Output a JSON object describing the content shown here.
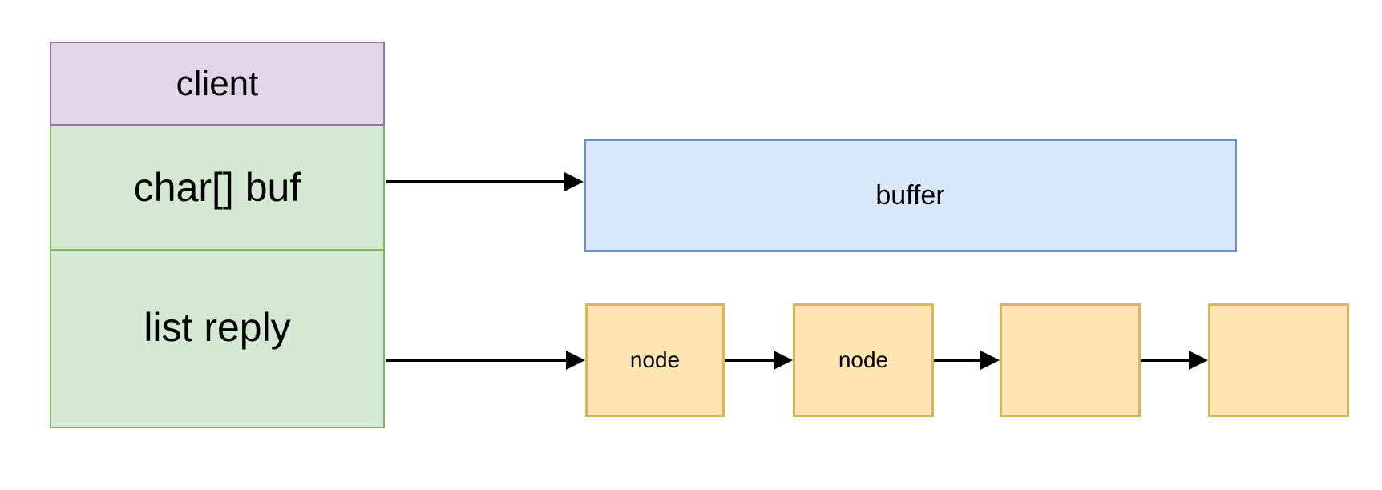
{
  "diagram": {
    "title": "client struct pointing to buffer and node list",
    "struct": {
      "name": "client-struct",
      "header": {
        "label": "client",
        "fill": "#e1d5e7",
        "stroke": "#9673a6"
      },
      "fields": [
        {
          "label": "char[] buf",
          "fill": "#d5e8d4",
          "stroke": "#82b366"
        },
        {
          "label": "list reply",
          "fill": "#d5e8d4",
          "stroke": "#82b366"
        }
      ]
    },
    "buffer": {
      "label": "buffer",
      "fill": "#dae8fc",
      "stroke": "#7491bd"
    },
    "nodes": [
      {
        "label": "node",
        "fill": "#ffe6b3",
        "stroke": "#d6b656"
      },
      {
        "label": "node",
        "fill": "#ffe6b3",
        "stroke": "#d6b656"
      },
      {
        "label": "",
        "fill": "#ffe6b3",
        "stroke": "#d6b656"
      },
      {
        "label": "",
        "fill": "#ffe6b3",
        "stroke": "#d6b656"
      }
    ],
    "arrows": [
      {
        "name": "buf-to-buffer"
      },
      {
        "name": "reply-to-node1"
      },
      {
        "name": "node1-to-node2"
      },
      {
        "name": "node2-to-node3"
      },
      {
        "name": "node3-to-node4"
      }
    ]
  }
}
